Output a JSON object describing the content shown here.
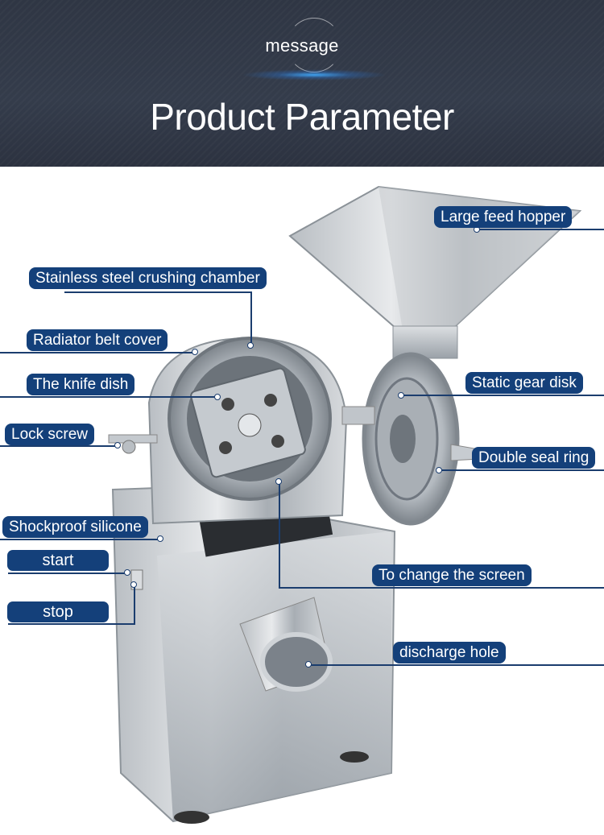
{
  "header": {
    "tag": "message",
    "title": "Product Parameter"
  },
  "labels": {
    "hopper": "Large feed hopper",
    "chamber": "Stainless steel crushing chamber",
    "radiator": "Radiator belt cover",
    "knife": "The knife dish",
    "static_gear": "Static gear disk",
    "lock": "Lock screw",
    "seal": "Double seal ring",
    "shockproof": "Shockproof silicone",
    "start": "start",
    "screen": "To change the screen",
    "stop": "stop",
    "discharge": "discharge hole"
  },
  "colors": {
    "header_bg": "#323a48",
    "label_bg": "#14407a",
    "label_text": "#ffffff"
  }
}
